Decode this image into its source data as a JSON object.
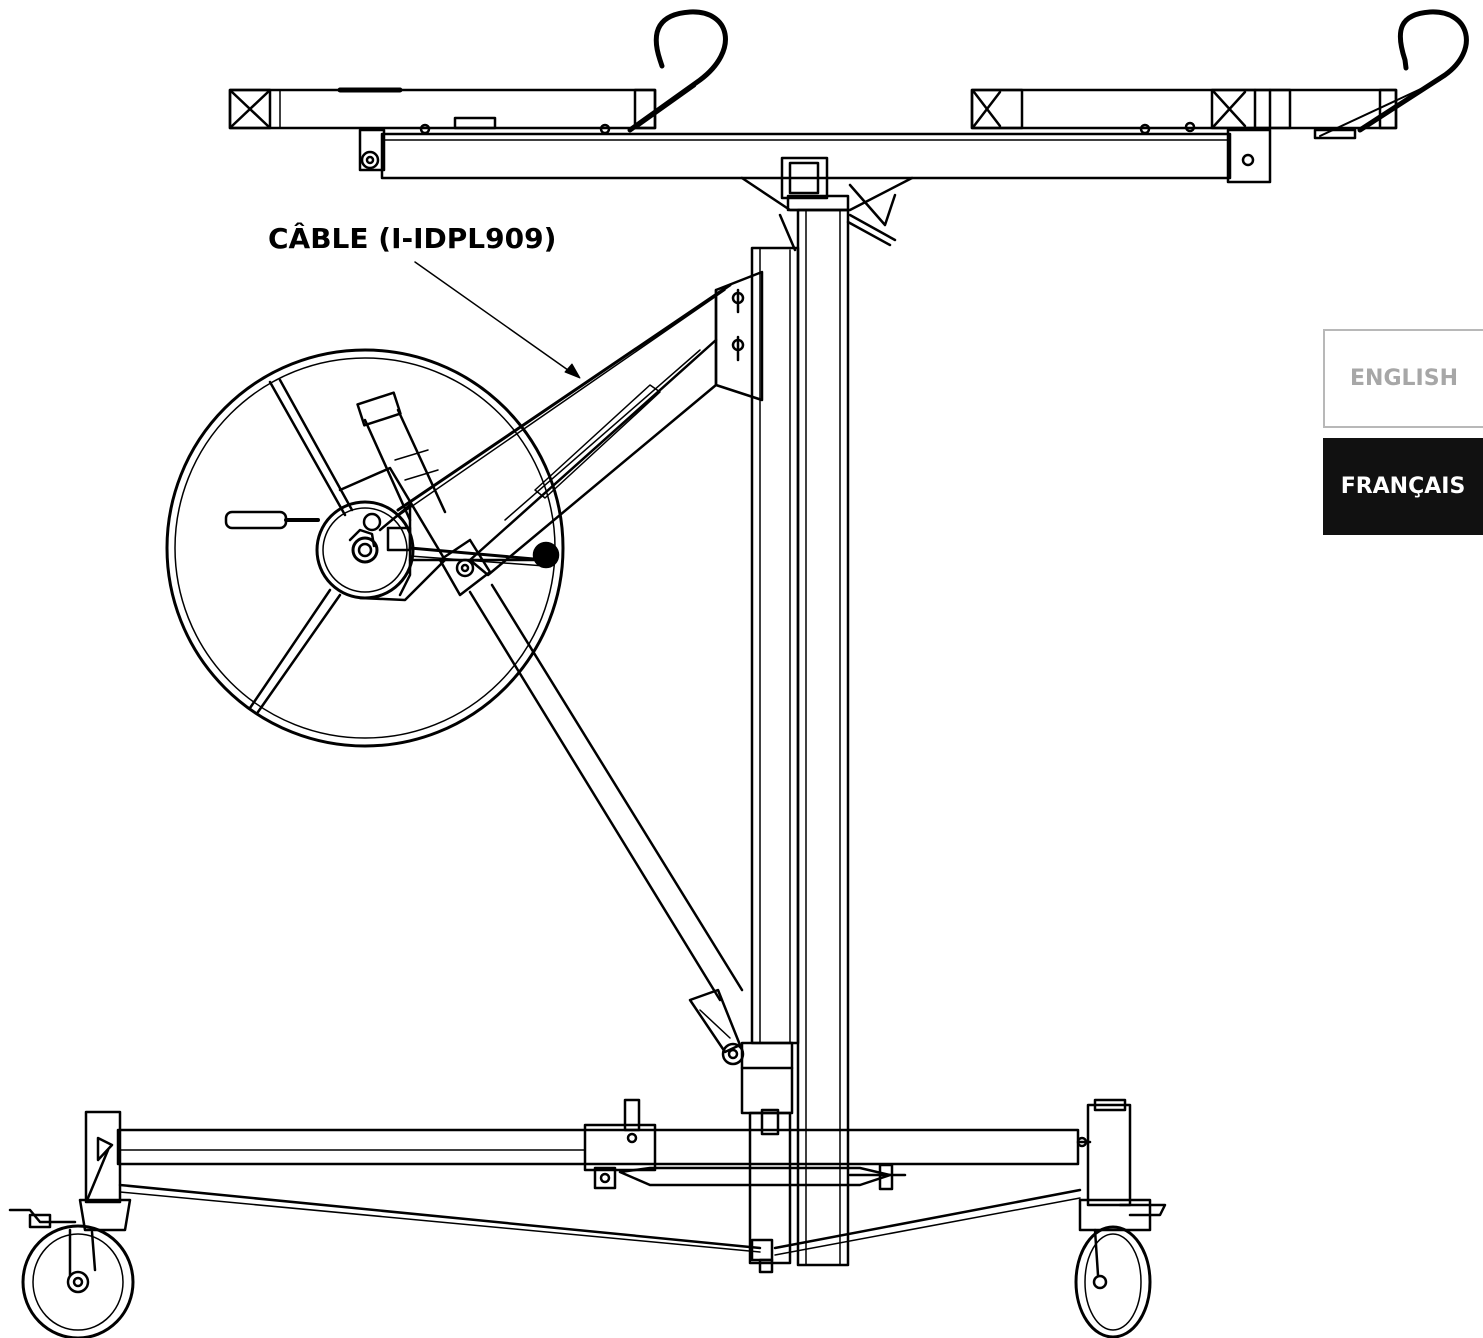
{
  "callout": {
    "label": "CÂBLE (I-IDPL909)"
  },
  "language_tabs": {
    "english": "ENGLISH",
    "french": "FRANÇAIS",
    "active": "french"
  },
  "colors": {
    "line": "#000000",
    "inactive_tab_text": "#a7a7a7",
    "inactive_tab_border": "#b8b8b8",
    "active_tab_bg": "#111111",
    "active_tab_text": "#ffffff"
  }
}
